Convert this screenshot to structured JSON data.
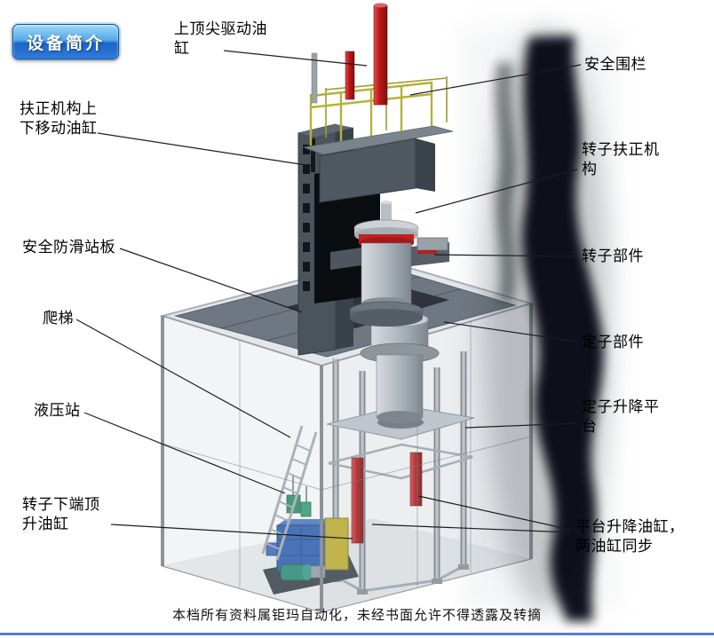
{
  "badge": {
    "label": "设备简介"
  },
  "labels": {
    "top_drive_cylinder": "上顶尖驱动油\n缸",
    "safety_fence": "安全围栏",
    "centering_move_cylinder": "扶正机构上\n下移动油缸",
    "rotor_centering_mechanism": "转子扶正机\n构",
    "anti_slip_platform": "安全防滑站板",
    "rotor_component": "转子部件",
    "ladder": "爬梯",
    "stator_component": "定子部件",
    "hydraulic_station": "液压站",
    "stator_lift_platform": "定子升降平\n台",
    "rotor_bottom_jack_cylinder": "转子下端顶\n升油缸",
    "platform_lift_cylinders": "平台升降油缸，\n两油缸同步"
  },
  "footer": {
    "notice": "本档所有资料属钜玛自动化，未经书面允许不得透露及转摘"
  },
  "colors": {
    "accent_blue": "#2e7bd9",
    "cylinder_red": "#c41d1d",
    "railing_yellow": "#b5b138",
    "hydraulic_blue": "#2f63b4",
    "frame_gray": "#6f7882"
  }
}
